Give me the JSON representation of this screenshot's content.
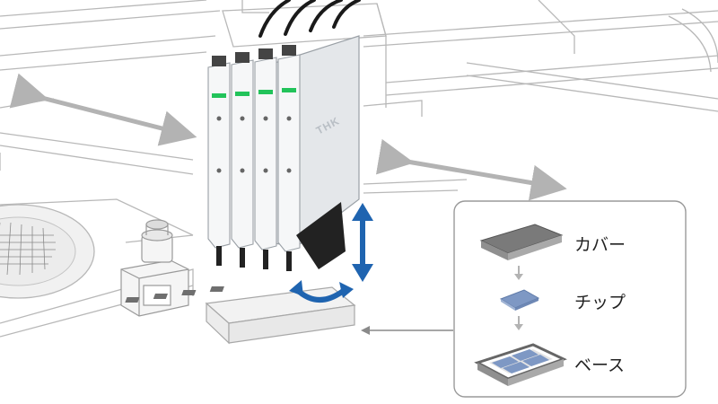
{
  "brand": "THK",
  "colors": {
    "motion_arrow_gray": "#b3b3b3",
    "motion_arrow_blue": "#1f64b0",
    "led_green": "#22c35a",
    "chip_blue": "#7e98c4",
    "cover_gray": "#7a7a7a"
  },
  "legend": {
    "items": [
      {
        "label": "カバー",
        "icon": "cover-plate-icon"
      },
      {
        "label": "チップ",
        "icon": "chip-icon"
      },
      {
        "label": "ベース",
        "icon": "base-tray-icon"
      }
    ]
  }
}
